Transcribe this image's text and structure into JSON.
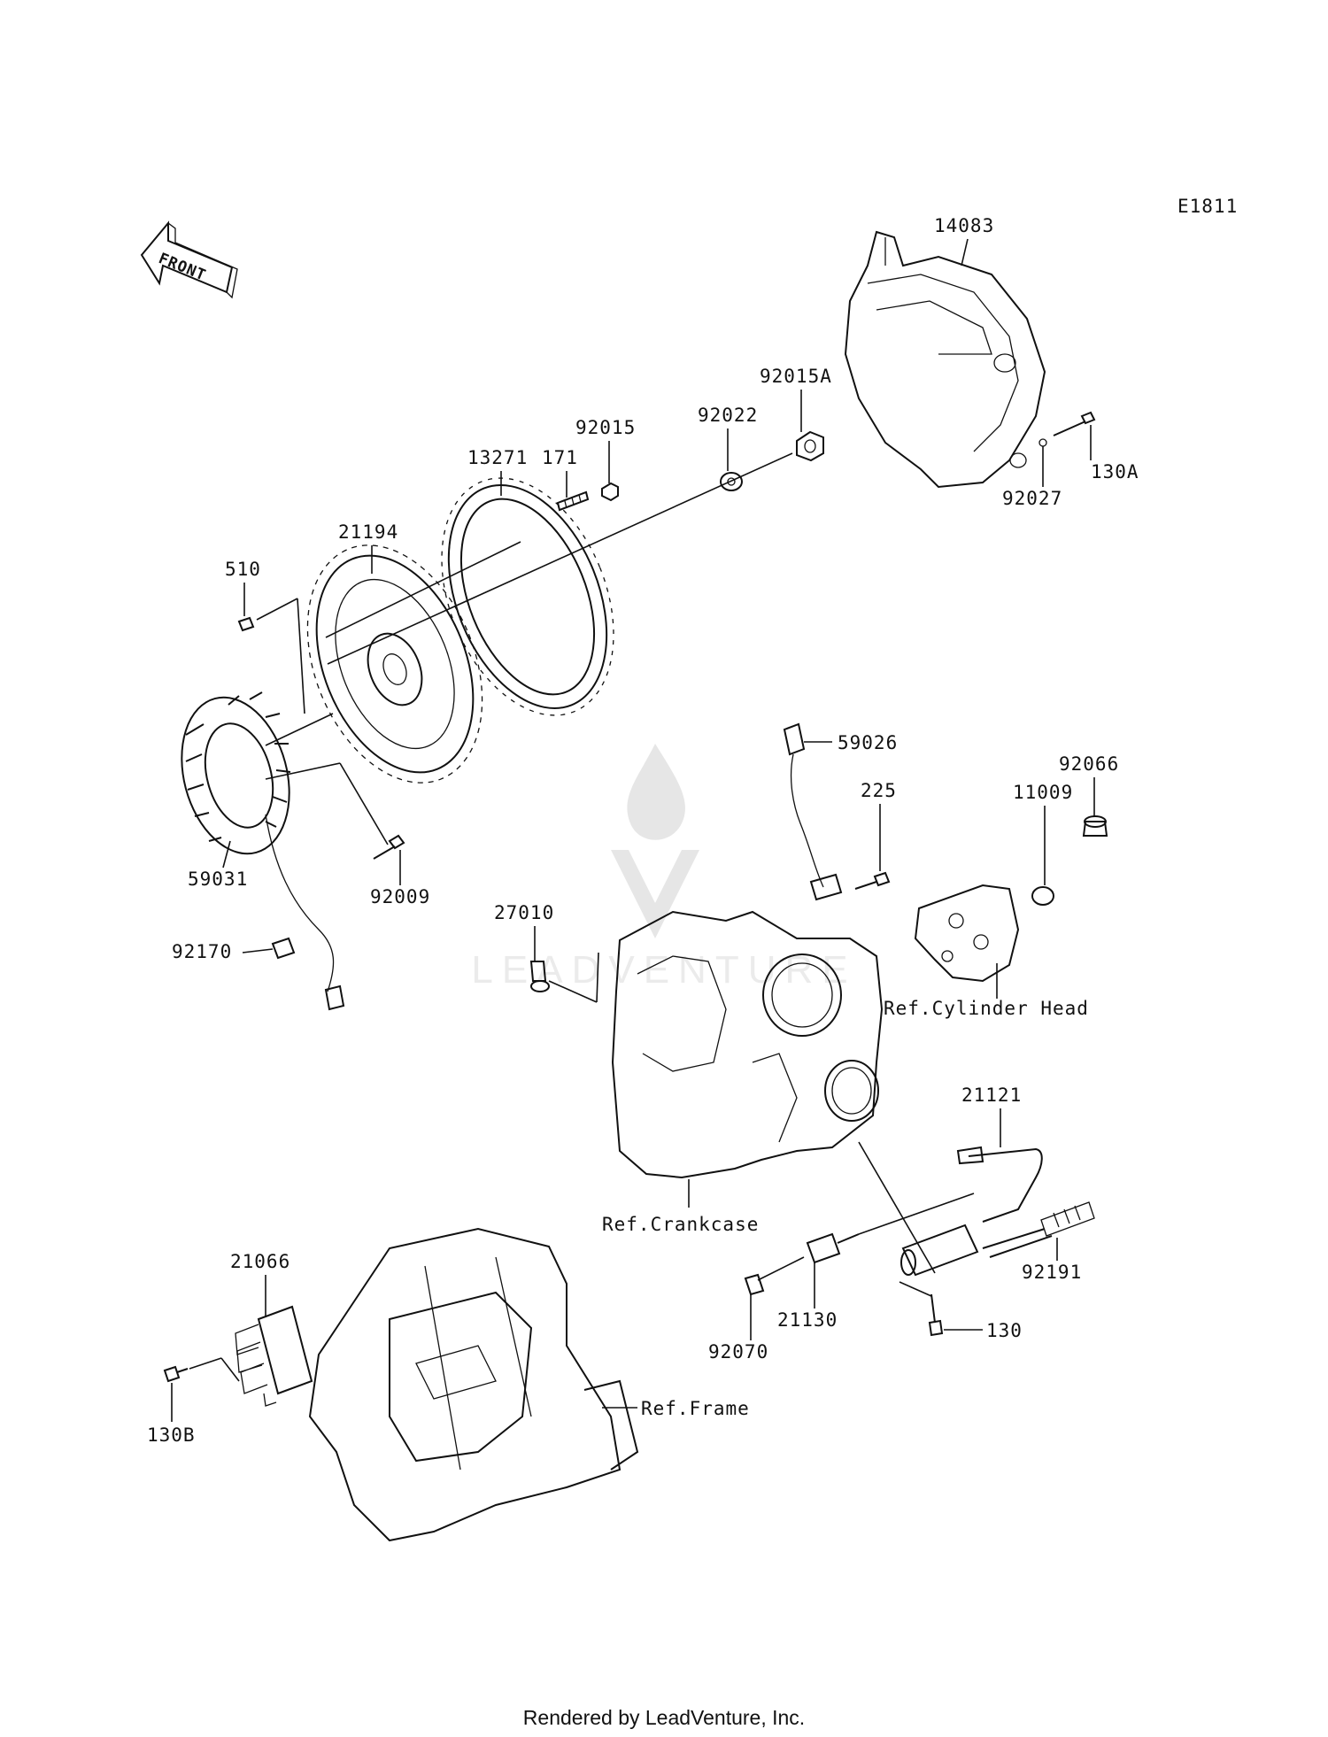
{
  "diagram_code": "E1811",
  "front_label": "FRONT",
  "footer": "Rendered by LeadVenture, Inc.",
  "watermark_text": "LEADVENTURE",
  "part_labels": {
    "p14083": "14083",
    "p92015A": "92015A",
    "p92022": "92022",
    "p92015": "92015",
    "p171": "171",
    "p13271": "13271",
    "p21194": "21194",
    "p510": "510",
    "p130A": "130A",
    "p92027": "92027",
    "p59026": "59026",
    "p92066": "92066",
    "p225": "225",
    "p11009": "11009",
    "p59031": "59031",
    "p92009": "92009",
    "p27010": "27010",
    "p92170": "92170",
    "p21121": "21121",
    "p21066": "21066",
    "p92191": "92191",
    "p21130": "21130",
    "p92070": "92070",
    "p130": "130",
    "p130B": "130B"
  },
  "ref_labels": {
    "cylinder_head": "Ref.Cylinder Head",
    "crankcase": "Ref.Crankcase",
    "frame": "Ref.Frame"
  }
}
